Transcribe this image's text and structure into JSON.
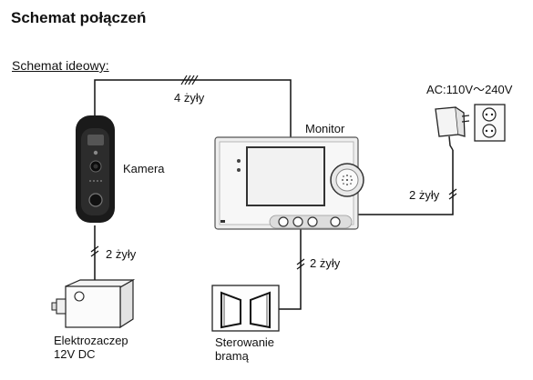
{
  "title": "Schemat połączeń",
  "subtitle": "Schemat ideowy:",
  "labels": {
    "camera": "Kamera",
    "monitor": "Monitor",
    "power": "AC:110V〜240V",
    "lock_line1": "Elektrozaczep",
    "lock_line2": "12V DC",
    "gate_line1": "Sterowanie",
    "gate_line2": "bramą"
  },
  "wires": {
    "camera_monitor": "4 żyły",
    "monitor_power": "2 żyły",
    "camera_lock": "2 żyły",
    "monitor_gate": "2 żyły"
  },
  "devices": {
    "camera": "camera-icon",
    "monitor": "monitor-icon",
    "adapter": "power-adapter-icon",
    "socket": "power-socket-icon",
    "lock": "electric-lock-icon",
    "gate": "gate-icon"
  },
  "colors": {
    "line": "#111111",
    "camera_body": "#1a1a1a",
    "monitor_body": "#eeeeee"
  }
}
